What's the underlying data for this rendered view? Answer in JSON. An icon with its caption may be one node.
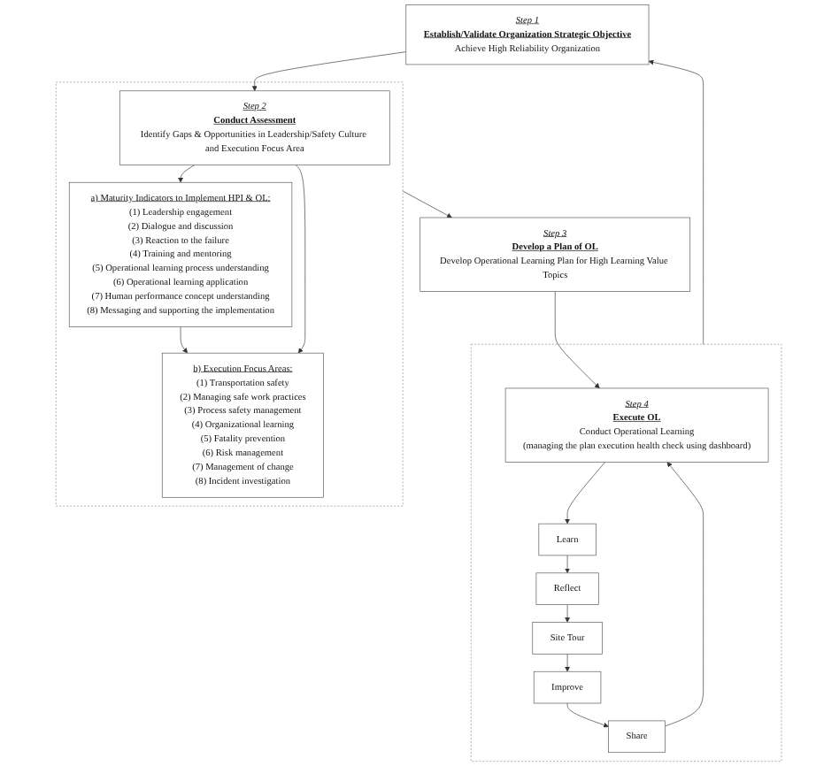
{
  "diagram": {
    "nodes": [
      {
        "text": [
          "Step 1",
          "Establish/Validate Organization Strategic Objective",
          "Achieve High Reliability Organization"
        ]
      },
      {
        "text": [],
        "shape": "box"
      },
      {
        "text": [
          "Step 2",
          "Conduct Assessment",
          "Identify Gaps & Opportunities in Leadership/Safety Culture and Execution Focus Area"
        ],
        "in": 1
      },
      {
        "text": [
          "a) Maturity Indicators to Implement HPI & OL:",
          "(1) Leadership engagement",
          "(2) Dialogue and discussion",
          "(3) Reaction to the failure",
          "(4) Training and mentoring",
          "(5) Operational learning process understanding",
          "(6) Operational learning application",
          "(7) Human performance concept understanding",
          "(8) Messaging and supporting the implementation"
        ],
        "in": 1
      },
      {
        "text": [
          "b) Execution Focus Areas:",
          "(1) Transportation safety",
          "(2) Managing safe work practices",
          "(3) Process safety management",
          "(4) Organizational learning",
          "(5) Fatality prevention",
          "(6) Risk management",
          "(7) Management of change",
          "(8) Incident investigation"
        ],
        "in": 1
      },
      {
        "text": [
          "Step 3",
          "Develop a Plan of OL",
          "Develop Operational Learning Plan for High Learning Value Topics"
        ]
      },
      {
        "text": [],
        "shape": "box"
      },
      {
        "text": [
          "Step 4",
          "Execute OL",
          "Conduct Operational Learning",
          "(managing the plan execution health check using dashboard)"
        ],
        "in": 6
      },
      {
        "text": [
          "Learn"
        ],
        "in": 6
      },
      {
        "text": [
          "Reflect"
        ],
        "in": 6
      },
      {
        "text": [
          "Site Tour"
        ],
        "in": 6
      },
      {
        "text": [
          "Improve"
        ],
        "in": 6
      },
      {
        "text": [
          "Share"
        ],
        "in": 6
      }
    ],
    "edges": [
      {
        "from": 0,
        "to": 2,
        "arrow": "to"
      },
      {
        "from": 2,
        "to": 3,
        "arrow": "to"
      },
      {
        "from": 2,
        "to": 4,
        "arrow": "to"
      },
      {
        "from": 3,
        "to": 4,
        "arrow": "to"
      },
      {
        "from": 1,
        "to": 5,
        "arrow": "to"
      },
      {
        "from": 5,
        "to": 7,
        "arrow": "to"
      },
      {
        "from": 7,
        "to": 8,
        "arrow": "to"
      },
      {
        "from": 8,
        "to": 9,
        "arrow": "to"
      },
      {
        "from": 9,
        "to": 10,
        "arrow": "to"
      },
      {
        "from": 10,
        "to": 11,
        "arrow": "to"
      },
      {
        "from": 11,
        "to": 12,
        "arrow": "to"
      },
      {
        "from": 12,
        "to": 7,
        "arrow": "to"
      },
      {
        "from": 6,
        "to": 0,
        "arrow": "to"
      }
    ]
  }
}
